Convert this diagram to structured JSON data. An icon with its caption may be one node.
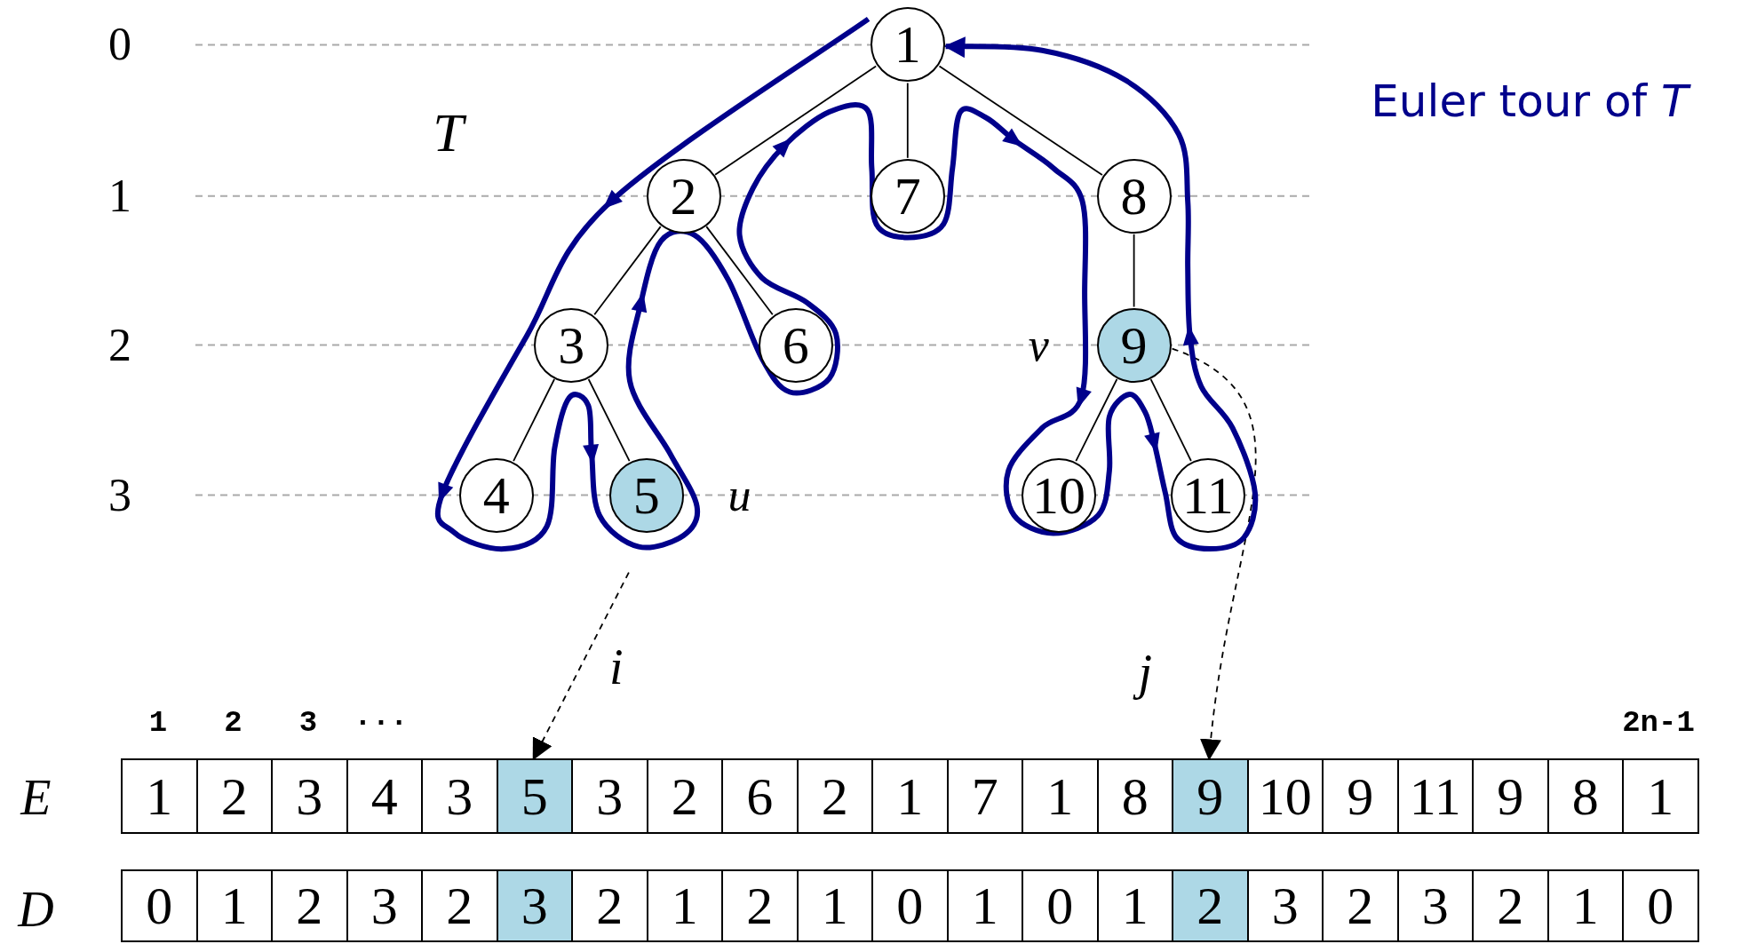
{
  "diagram": {
    "nodes": [
      {
        "text": [
          "1"
        ]
      },
      {
        "text": [
          "2"
        ]
      },
      {
        "text": [
          "7"
        ]
      },
      {
        "text": [
          "8"
        ]
      },
      {
        "text": [
          "3"
        ]
      },
      {
        "text": [
          "6"
        ]
      },
      {
        "text": [
          "9"
        ],
        "beside": [
          "v"
        ]
      },
      {
        "text": [
          "4"
        ]
      },
      {
        "text": [
          "5"
        ],
        "beside": [
          "u"
        ]
      },
      {
        "text": [
          "10"
        ]
      },
      {
        "text": [
          "11"
        ]
      },
      {
        "text": [
          "1"
        ]
      },
      {
        "text": [
          "2"
        ]
      },
      {
        "text": [
          "3"
        ]
      },
      {
        "text": [
          "4"
        ]
      },
      {
        "text": [
          "3"
        ]
      },
      {
        "text": [
          "5"
        ]
      },
      {
        "text": [
          "3"
        ]
      },
      {
        "text": [
          "2"
        ]
      },
      {
        "text": [
          "6"
        ]
      },
      {
        "text": [
          "2"
        ]
      },
      {
        "text": [
          "1"
        ]
      },
      {
        "text": [
          "7"
        ]
      },
      {
        "text": [
          "1"
        ]
      },
      {
        "text": [
          "8"
        ]
      },
      {
        "text": [
          "9"
        ]
      },
      {
        "text": [
          "10"
        ]
      },
      {
        "text": [
          "9"
        ]
      },
      {
        "text": [
          "11"
        ]
      },
      {
        "text": [
          "9"
        ]
      },
      {
        "text": [
          "8"
        ]
      },
      {
        "text": [
          "1"
        ]
      },
      {
        "text": [
          "0"
        ]
      },
      {
        "text": [
          "1"
        ]
      },
      {
        "text": [
          "2"
        ]
      },
      {
        "text": [
          "3"
        ]
      },
      {
        "text": [
          "2"
        ]
      },
      {
        "text": [
          "3"
        ]
      },
      {
        "text": [
          "2"
        ]
      },
      {
        "text": [
          "1"
        ]
      },
      {
        "text": [
          "2"
        ]
      },
      {
        "text": [
          "1"
        ]
      },
      {
        "text": [
          "0"
        ]
      },
      {
        "text": [
          "1"
        ]
      },
      {
        "text": [
          "0"
        ]
      },
      {
        "text": [
          "1"
        ]
      },
      {
        "text": [
          "2"
        ]
      },
      {
        "text": [
          "3"
        ]
      },
      {
        "text": [
          "2"
        ]
      },
      {
        "text": [
          "3"
        ]
      },
      {
        "text": [
          "2"
        ]
      },
      {
        "text": [
          "1"
        ]
      },
      {
        "text": [
          "0"
        ]
      }
    ],
    "edges": [
      {
        "from": 0,
        "to": 1,
        "arrow": "none"
      },
      {
        "from": 0,
        "to": 2,
        "arrow": "none"
      },
      {
        "from": 0,
        "to": 3,
        "arrow": "none"
      },
      {
        "from": 1,
        "to": 4,
        "arrow": "none"
      },
      {
        "from": 1,
        "to": 5,
        "arrow": "none"
      },
      {
        "from": 4,
        "to": 7,
        "arrow": "none"
      },
      {
        "from": 4,
        "to": 8,
        "arrow": "none"
      },
      {
        "from": 3,
        "to": 6,
        "arrow": "none"
      },
      {
        "from": 6,
        "to": 9,
        "arrow": "none"
      },
      {
        "from": 6,
        "to": 10,
        "arrow": "none"
      },
      {
        "from": 8,
        "to": 16,
        "arrow": "to",
        "label": "i",
        "style": "dashed"
      },
      {
        "from": 6,
        "to": 25,
        "arrow": "to",
        "label": "j",
        "style": "dashed"
      },
      {
        "from": null,
        "to": 0,
        "arrow": "to",
        "style": "thick",
        "color": "#00008b"
      }
    ],
    "labels": [
      "0",
      "T",
      "Euler tour of *T*",
      "1",
      "2",
      "3",
      "1",
      "2",
      "3",
      "···",
      "2n-1",
      "E",
      "D"
    ]
  }
}
